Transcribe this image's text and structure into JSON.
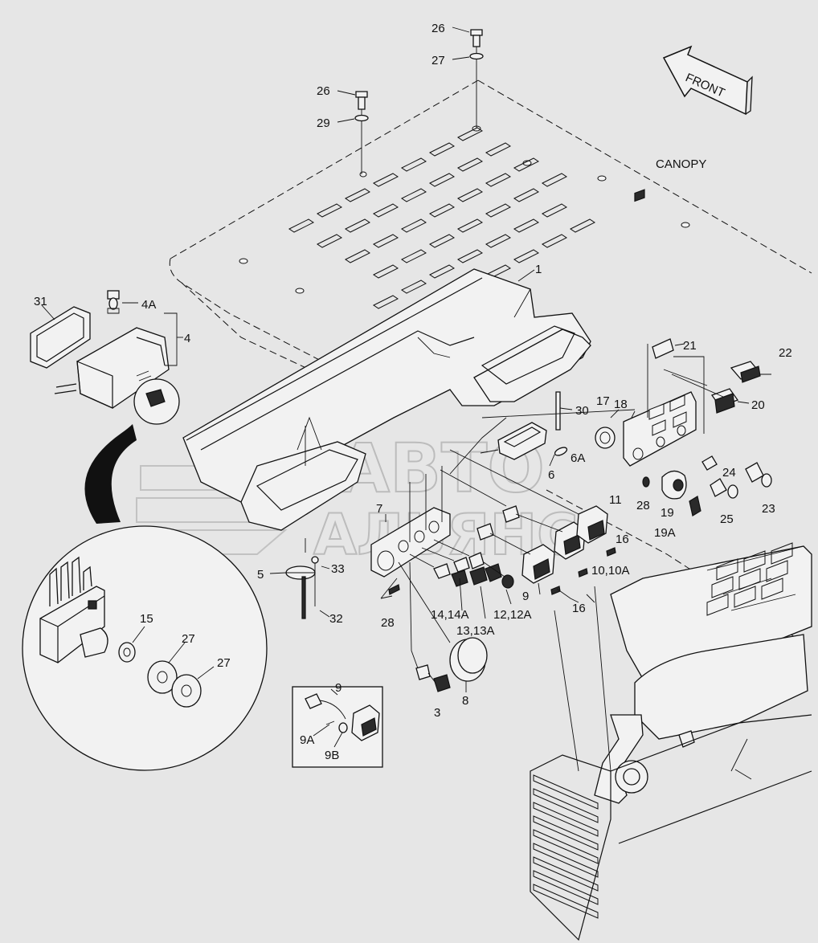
{
  "diagram": {
    "labels": {
      "front": "FRONT",
      "canopy": "CANOPY",
      "n1": "1",
      "n3": "3",
      "n4": "4",
      "n4a": "4A",
      "n5": "5",
      "n6": "6",
      "n6a": "6A",
      "n7": "7",
      "n8": "8",
      "n9": "9",
      "n9_inset": "9",
      "n9a": "9A",
      "n9b": "9B",
      "n10": "10,10A",
      "n11": "11",
      "n12": "12,12A",
      "n13": "13,13A",
      "n14": "14,14A",
      "n15": "15",
      "n16a": "16",
      "n16b": "16",
      "n17": "17",
      "n18": "18",
      "n19": "19",
      "n19a": "19A",
      "n20": "20",
      "n21": "21",
      "n22": "22",
      "n23": "23",
      "n24": "24",
      "n25": "25",
      "n26a": "26",
      "n26b": "26",
      "n27a": "27",
      "n27b": "27",
      "n27c": "27",
      "n28a": "28",
      "n28b": "28",
      "n29": "29",
      "n30": "30",
      "n31": "31",
      "n32": "32",
      "n33": "33"
    },
    "watermark": {
      "line1": "ABTO",
      "line2": "АЛЬЯНС"
    }
  }
}
